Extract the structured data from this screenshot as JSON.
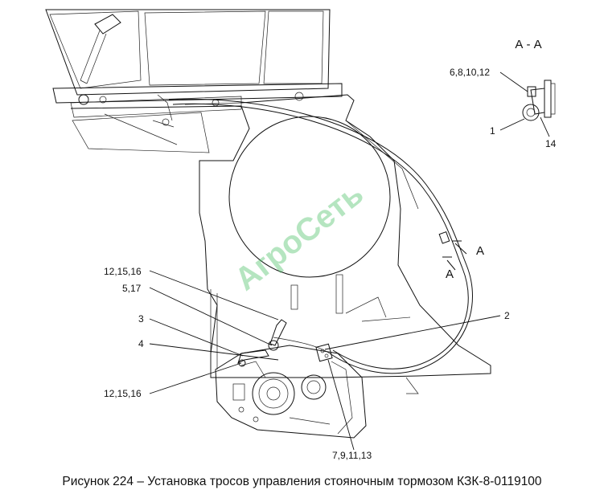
{
  "section_view": {
    "title": "А - А",
    "labels": [
      "6,8,10,12",
      "1",
      "14"
    ]
  },
  "callouts": [
    "12,15,16",
    "5,17",
    "3",
    "4",
    "12,15,16",
    "2",
    "7,9,11,13"
  ],
  "section_marks": [
    "A",
    "A"
  ],
  "watermark": "АгроСеть",
  "caption": "Рисунок 224 – Установка тросов управления стояночным тормозом КЗК-8-0119100"
}
